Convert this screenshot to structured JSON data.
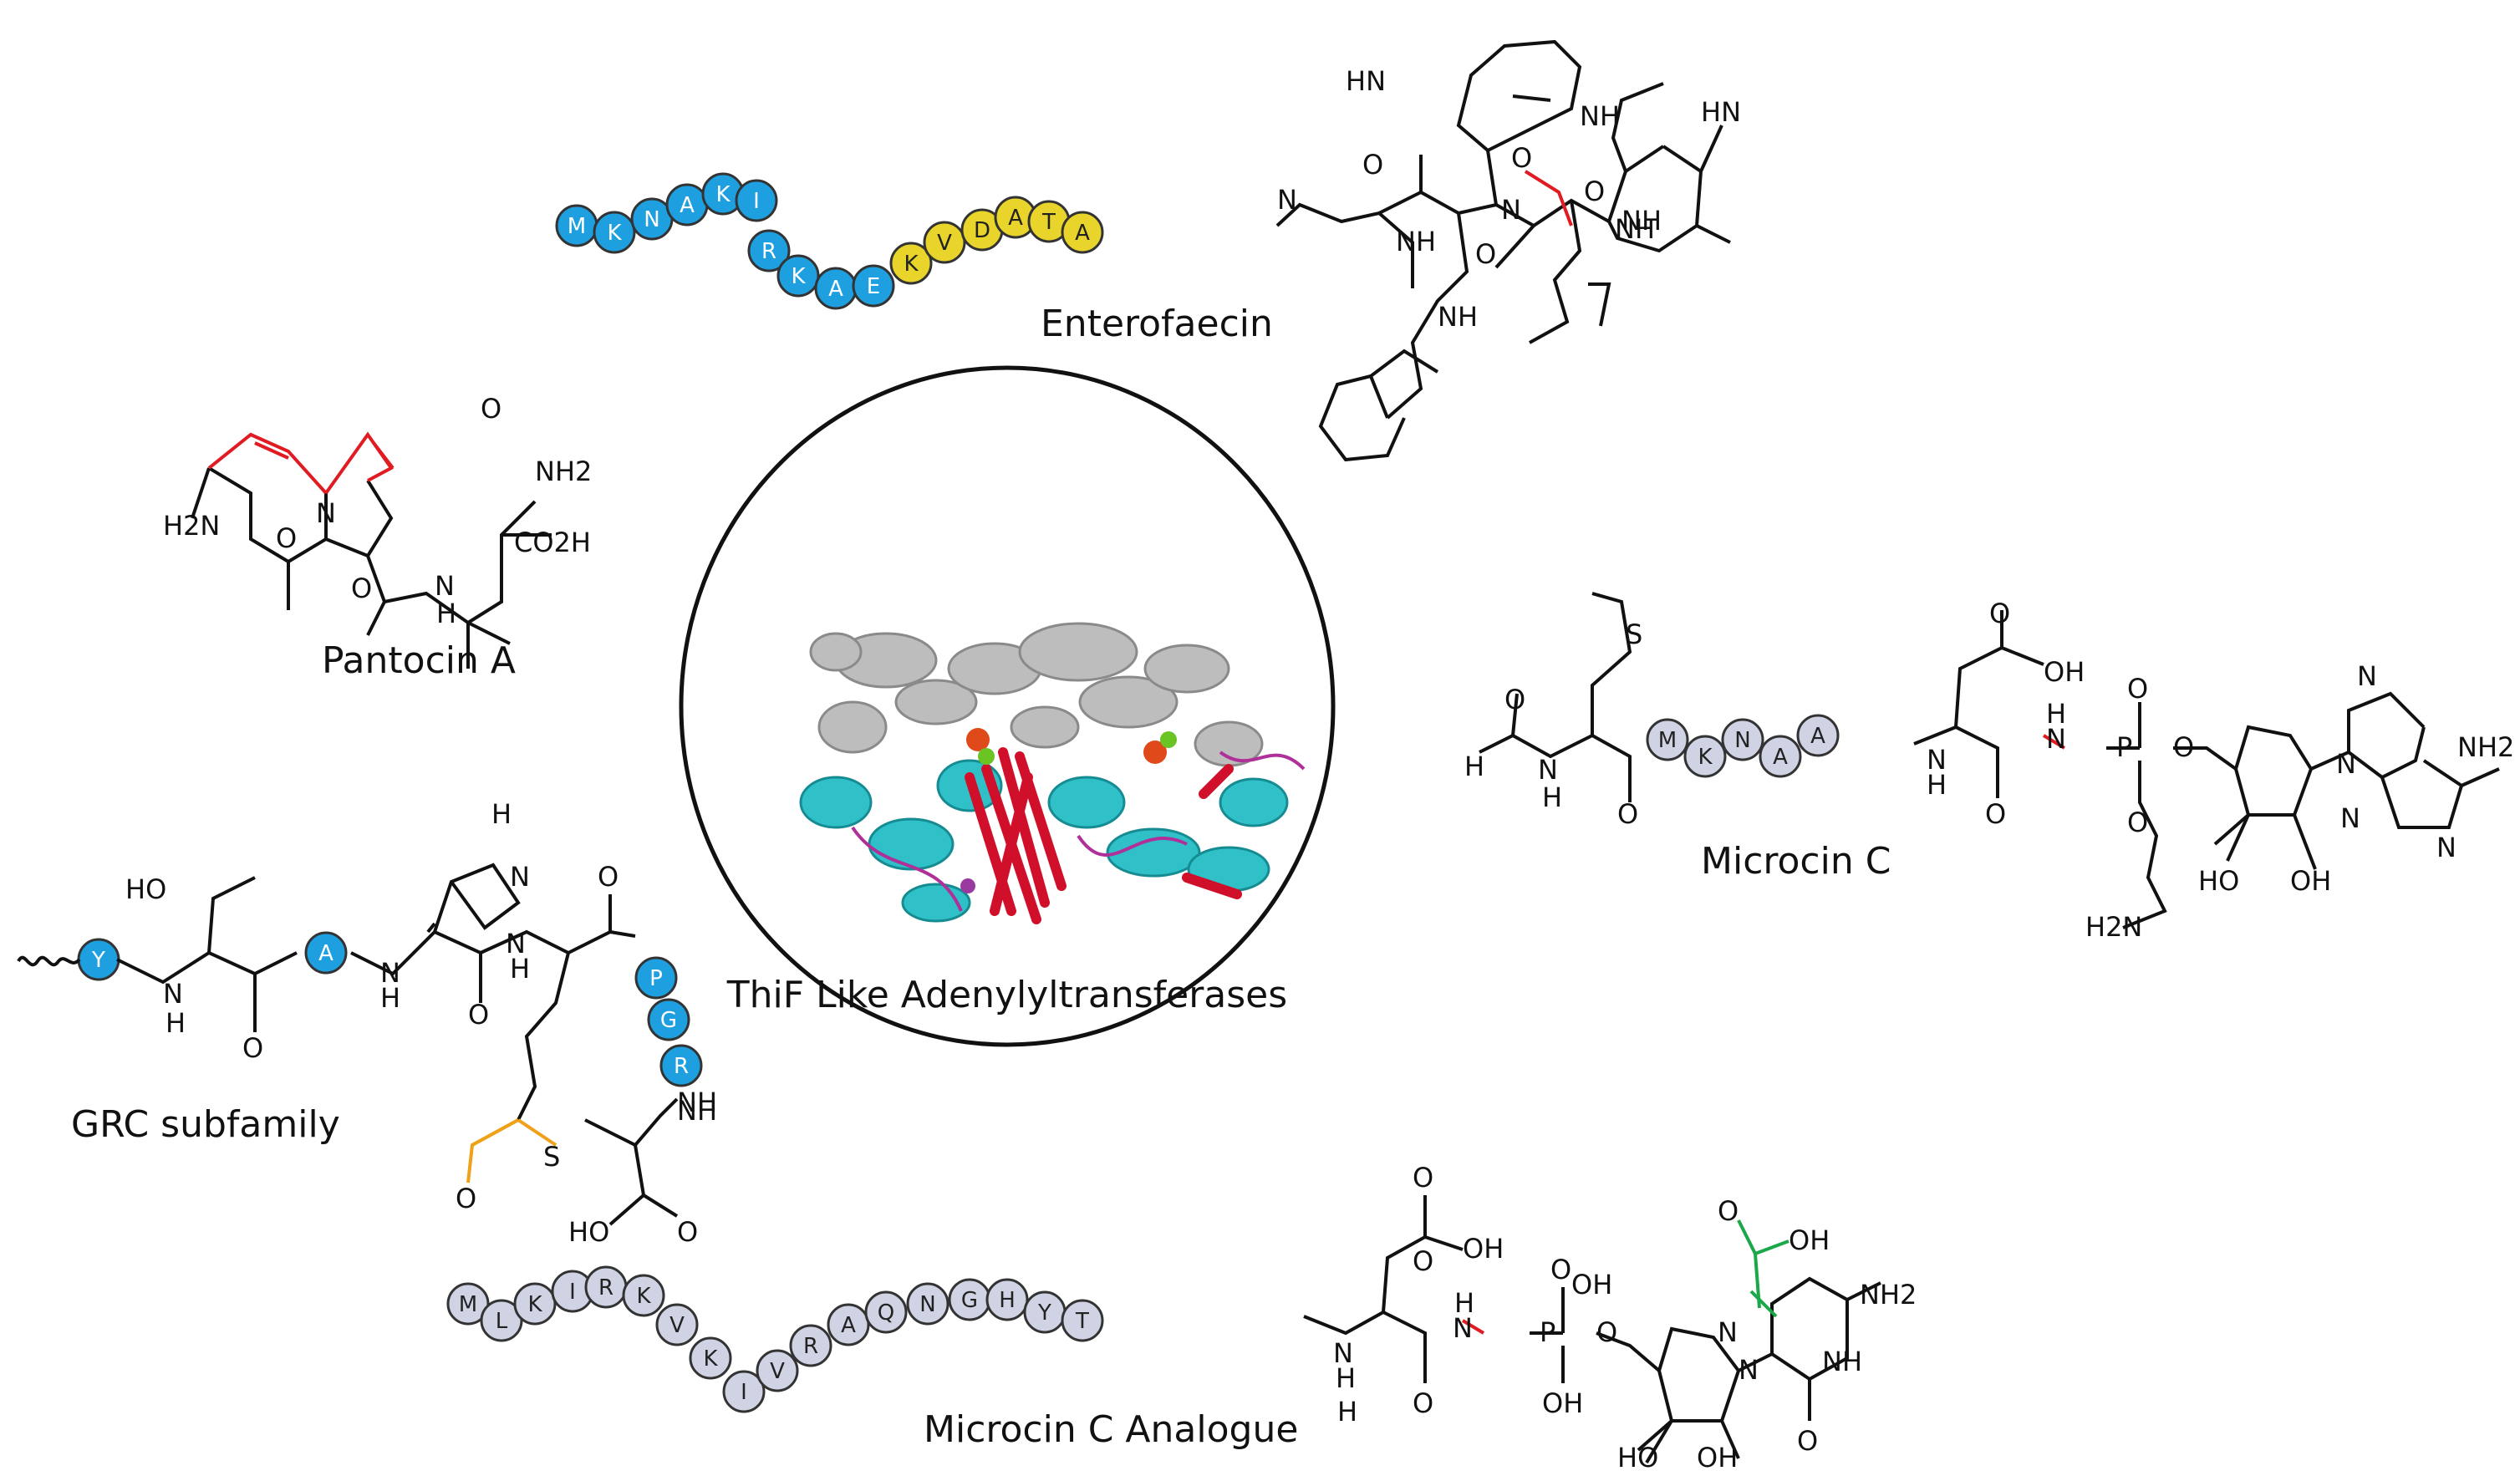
{
  "colors": {
    "blue_residue": "#1e9fe0",
    "yellow_residue": "#e8d42a",
    "grey_residue": "#cfd3e3",
    "red_bond": "#e01b22",
    "orange_bond": "#f0a11a",
    "green_bond": "#1aa84a",
    "bond": "#111111"
  },
  "center": {
    "caption": "ThiF Like Adenylyltransferases",
    "icon": "protein-structure-icon"
  },
  "enterofaecin": {
    "caption": "Enterofaecin",
    "residues": [
      "M",
      "K",
      "N",
      "A",
      "K",
      "I",
      "R",
      "K",
      "A",
      "E",
      "K",
      "V",
      "D",
      "A",
      "T",
      "A"
    ],
    "atoms": [
      "HN",
      "NH",
      "N",
      "NH",
      "O",
      "NH",
      "O",
      "O",
      "N",
      "O",
      "NH",
      "NH",
      "HN"
    ]
  },
  "pantocin": {
    "caption": "Pantocin A",
    "atoms": [
      "O",
      "NH2",
      "H2N",
      "N",
      "O",
      "O",
      "N",
      "H",
      "CO2H"
    ]
  },
  "grc": {
    "caption": "GRC subfamily",
    "residues": [
      "Y",
      "A",
      "P",
      "G",
      "R"
    ],
    "atoms": [
      "HO",
      "N",
      "H",
      "O",
      "H",
      "N",
      "O",
      "N",
      "H",
      "O",
      "NH",
      "O",
      "S",
      "HO",
      "O",
      "N",
      "H",
      "NH"
    ]
  },
  "microcin_c": {
    "caption": "Microcin C",
    "residues": [
      "M",
      "K",
      "N",
      "A",
      "A"
    ],
    "atoms": [
      "S",
      "OH",
      "O",
      "O",
      "H",
      "N",
      "P",
      "O",
      "O",
      "H",
      "N",
      "H",
      "O",
      "N",
      "H",
      "O",
      "N",
      "NH2",
      "N",
      "N",
      "N",
      "HO",
      "OH",
      "H2N",
      "O"
    ]
  },
  "microcin_analogue": {
    "caption": "Microcin C Analogue",
    "residues": [
      "M",
      "L",
      "K",
      "I",
      "R",
      "K",
      "V",
      "K",
      "I",
      "V",
      "R",
      "A",
      "Q",
      "N",
      "G",
      "H",
      "Y",
      "T"
    ],
    "atoms": [
      "O",
      "OH",
      "O",
      "O",
      "OH",
      "OH",
      "NH2",
      "N",
      "H",
      "H",
      "N",
      "P",
      "O",
      "O",
      "OH",
      "N",
      "NH",
      "O",
      "N",
      "H",
      "O",
      "HO",
      "OH"
    ]
  }
}
